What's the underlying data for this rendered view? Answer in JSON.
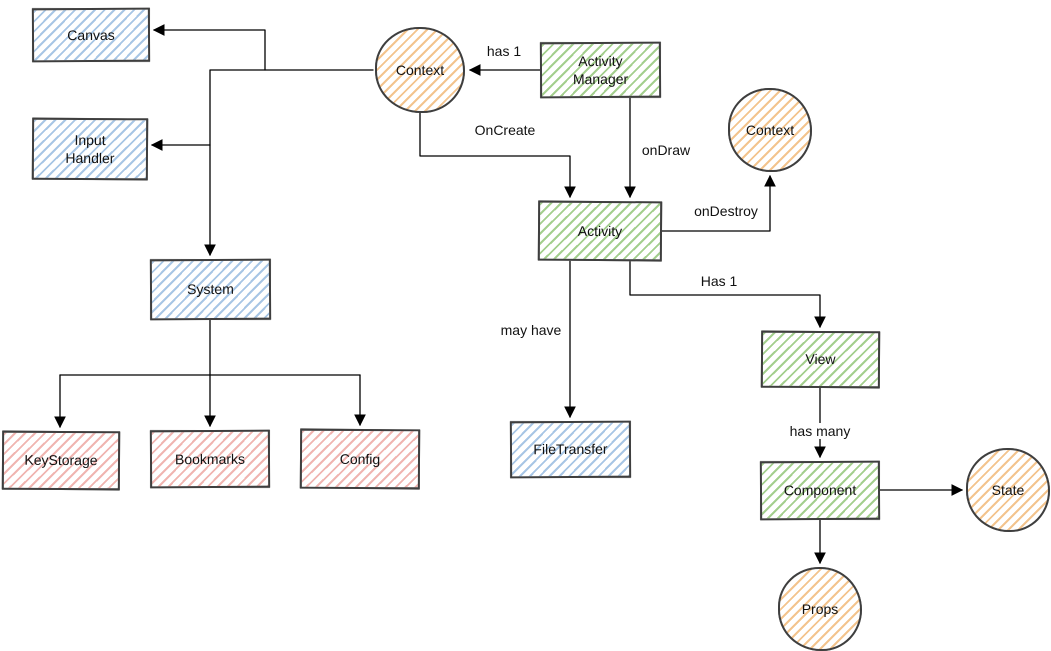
{
  "diagram": {
    "nodes": {
      "canvas": {
        "label": "Canvas",
        "shape": "rect",
        "color_role": "blue"
      },
      "input_handler": {
        "label": "Input Handler",
        "shape": "rect",
        "color_role": "blue"
      },
      "system": {
        "label": "System",
        "shape": "rect",
        "color_role": "blue"
      },
      "keystorage": {
        "label": "KeyStorage",
        "shape": "rect",
        "color_role": "red"
      },
      "bookmarks": {
        "label": "Bookmarks",
        "shape": "rect",
        "color_role": "red"
      },
      "config": {
        "label": "Config",
        "shape": "rect",
        "color_role": "red"
      },
      "context_left": {
        "label": "Context",
        "shape": "ellipse",
        "color_role": "orange"
      },
      "activity_manager": {
        "label": "Activity Manager",
        "shape": "rect",
        "color_role": "green"
      },
      "context_right": {
        "label": "Context",
        "shape": "ellipse",
        "color_role": "orange"
      },
      "activity": {
        "label": "Activity",
        "shape": "rect",
        "color_role": "green"
      },
      "filetransfer": {
        "label": "FileTransfer",
        "shape": "rect",
        "color_role": "blue"
      },
      "view": {
        "label": "View",
        "shape": "rect",
        "color_role": "green"
      },
      "component": {
        "label": "Component",
        "shape": "rect",
        "color_role": "green"
      },
      "state": {
        "label": "State",
        "shape": "ellipse",
        "color_role": "orange"
      },
      "props": {
        "label": "Props",
        "shape": "ellipse",
        "color_role": "orange"
      }
    },
    "edge_labels": {
      "has_1_top": "has 1",
      "on_create": "OnCreate",
      "on_draw": "onDraw",
      "on_destroy": "onDestroy",
      "has_1_bottom": "Has 1",
      "may_have": "may have",
      "has_many": "has many"
    },
    "edges": [
      {
        "from": "activity_manager",
        "to": "context_left",
        "label": "has 1"
      },
      {
        "from": "context_left",
        "to": "activity",
        "label": "OnCreate"
      },
      {
        "from": "activity_manager",
        "to": "activity",
        "label": "onDraw"
      },
      {
        "from": "activity",
        "to": "context_right",
        "label": "onDestroy"
      },
      {
        "from": "activity",
        "to": "view",
        "label": "Has 1"
      },
      {
        "from": "activity",
        "to": "filetransfer",
        "label": "may have"
      },
      {
        "from": "view",
        "to": "component",
        "label": "has many"
      },
      {
        "from": "component",
        "to": "state",
        "label": ""
      },
      {
        "from": "component",
        "to": "props",
        "label": ""
      },
      {
        "from": "context_left",
        "to": "system",
        "label": ""
      },
      {
        "from": "context_left",
        "to": "canvas",
        "label": ""
      },
      {
        "from": "context_left",
        "to": "input_handler",
        "label": ""
      },
      {
        "from": "system",
        "to": "keystorage",
        "label": ""
      },
      {
        "from": "system",
        "to": "bookmarks",
        "label": ""
      },
      {
        "from": "system",
        "to": "config",
        "label": ""
      }
    ],
    "colors": {
      "blue_hatch": "#a8c6e5",
      "green_hatch": "#a4cf8e",
      "red_hatch": "#f0b5b1",
      "orange_hatch": "#f3c48e",
      "stroke": "#3f3f3f",
      "edge": "#000000"
    }
  }
}
